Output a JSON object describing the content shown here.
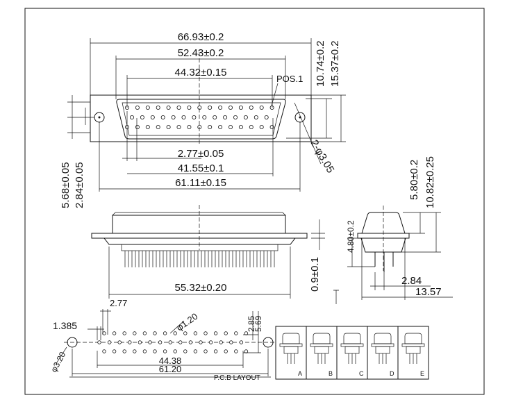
{
  "top_view": {
    "dim_66_93": "66.93±0.2",
    "dim_52_43": "52.43±0.2",
    "dim_44_32": "44.32±0.15",
    "pos1": "POS.1",
    "dim_10_74": "10.74±0.2",
    "dim_15_37": "15.37±0.2",
    "dim_5_68": "5.68±0.05",
    "dim_2_84": "2.84±0.05",
    "dim_2_77": "2.77±0.05",
    "dim_41_55": "41.55±0.1",
    "dim_61_11": "61.11±0.15",
    "dim_hole": "2-φ3.05"
  },
  "side_view": {
    "dim_55_32": "55.32±0.20",
    "dim_0_9": "0.9±0.1"
  },
  "end_view": {
    "dim_5_80": "5.80±0.2",
    "dim_10_82": "10.82±0.25",
    "dim_4_80": "4.80±0.2",
    "dim_2_84": "2.84",
    "dim_13_57": "13.57"
  },
  "pcb_layout": {
    "title": "P.C.B LAYOUT",
    "dim_2_77": "2.77",
    "dim_1_385": "1.385",
    "dim_phi1_20": "φ1.20",
    "dim_2_85": "2.85",
    "dim_5_69": "5.69",
    "dim_phi3_20": "φ3.20",
    "dim_44_38": "44.38",
    "dim_61_20": "61.20"
  },
  "variants": {
    "labels": [
      "A",
      "B",
      "C",
      "D",
      "E"
    ]
  }
}
